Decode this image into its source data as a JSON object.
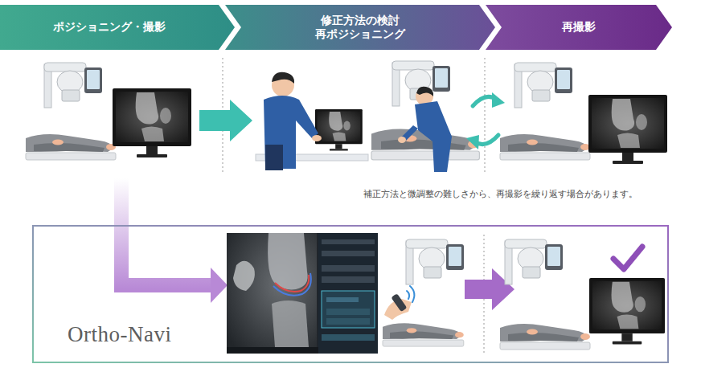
{
  "diagram": {
    "nodes": [
      {
        "text": [
          "ポジショニング・撮影"
        ]
      },
      {
        "text": [
          "修正方法の検討 再ポジショニング"
        ]
      },
      {
        "text": [
          "再撮影"
        ]
      },
      {
        "text": [
          "Ortho-Navi"
        ]
      }
    ],
    "labels": [
      "補正方法と微調整の難しさから、再撮影を繰り返す場合があります。"
    ]
  }
}
